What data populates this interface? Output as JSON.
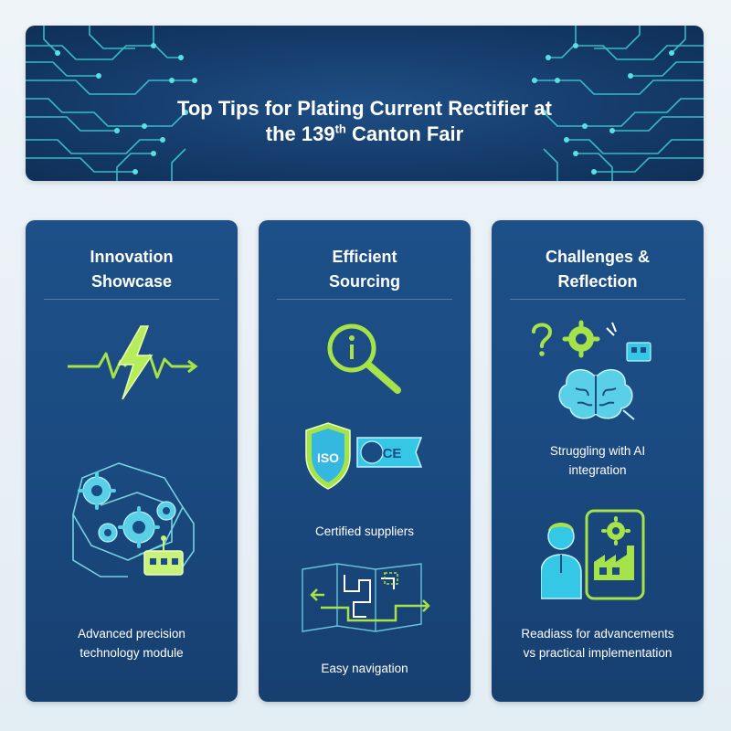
{
  "header": {
    "title_line1": "Top Tips for Plating Current Rectifier at",
    "title_line2_pre": "the 139",
    "title_line2_sup": "th",
    "title_line2_post": " Canton Fair"
  },
  "cards": [
    {
      "title_line1": "Innovation",
      "title_line2": "Showcase",
      "captions": [
        {
          "line1": "Advanced precision",
          "line2": "technology module"
        }
      ]
    },
    {
      "title_line1": "Efficient",
      "title_line2": "Sourcing",
      "captions": [
        {
          "line1": "Certified suppliers"
        },
        {
          "line1": "Easy navigation"
        }
      ],
      "badges": {
        "iso": "ISO",
        "ce": "CE"
      }
    },
    {
      "title_line1": "Challenges &",
      "title_line2": "Reflection",
      "captions": [
        {
          "line1": "Struggling with AI",
          "line2": "integration"
        },
        {
          "line1": "Readiass for advancements",
          "line2": "vs practical implementation"
        }
      ]
    }
  ],
  "colors": {
    "accent_green": "#a6e34a",
    "accent_cyan": "#35c8e6",
    "card_bg": "#1c4c84",
    "banner_bg": "#153c6b"
  },
  "icons": {
    "card1": [
      "lightning-pulse-icon",
      "gears-circuit-module-icon"
    ],
    "card2": [
      "magnifier-info-icon",
      "iso-ce-certificate-icon",
      "map-route-icon"
    ],
    "card3": [
      "question-gear-brain-icon",
      "person-factory-screen-icon"
    ]
  }
}
